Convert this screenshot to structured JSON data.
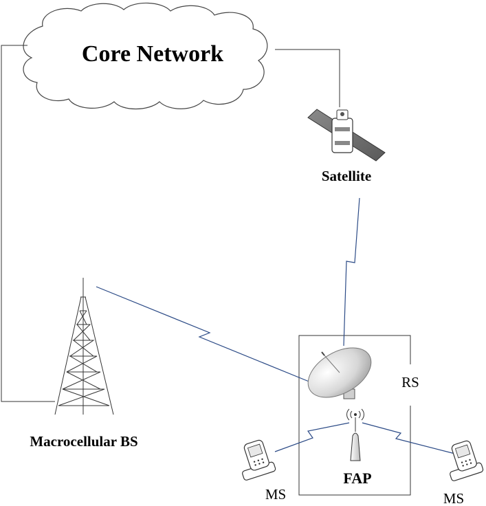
{
  "nodes": {
    "core_network": {
      "label": "Core Network"
    },
    "satellite": {
      "label": "Satellite"
    },
    "macro_bs": {
      "label": "Macrocellular BS"
    },
    "relay_station": {
      "label": "RS"
    },
    "fap": {
      "label": "FAP"
    },
    "ms_left": {
      "label": "MS"
    },
    "ms_right": {
      "label": "MS"
    }
  },
  "colors": {
    "radio_link": "#2b4a86",
    "wired_link": "#333333",
    "cloud_fill": "#ffffff",
    "cloud_stroke": "#444444"
  },
  "icons": {
    "cloud": "cloud-icon",
    "satellite": "satellite-icon",
    "tower": "cell-tower-icon",
    "dish": "satellite-dish-icon",
    "access_point": "femto-access-point-icon",
    "phone": "flip-phone-icon"
  }
}
